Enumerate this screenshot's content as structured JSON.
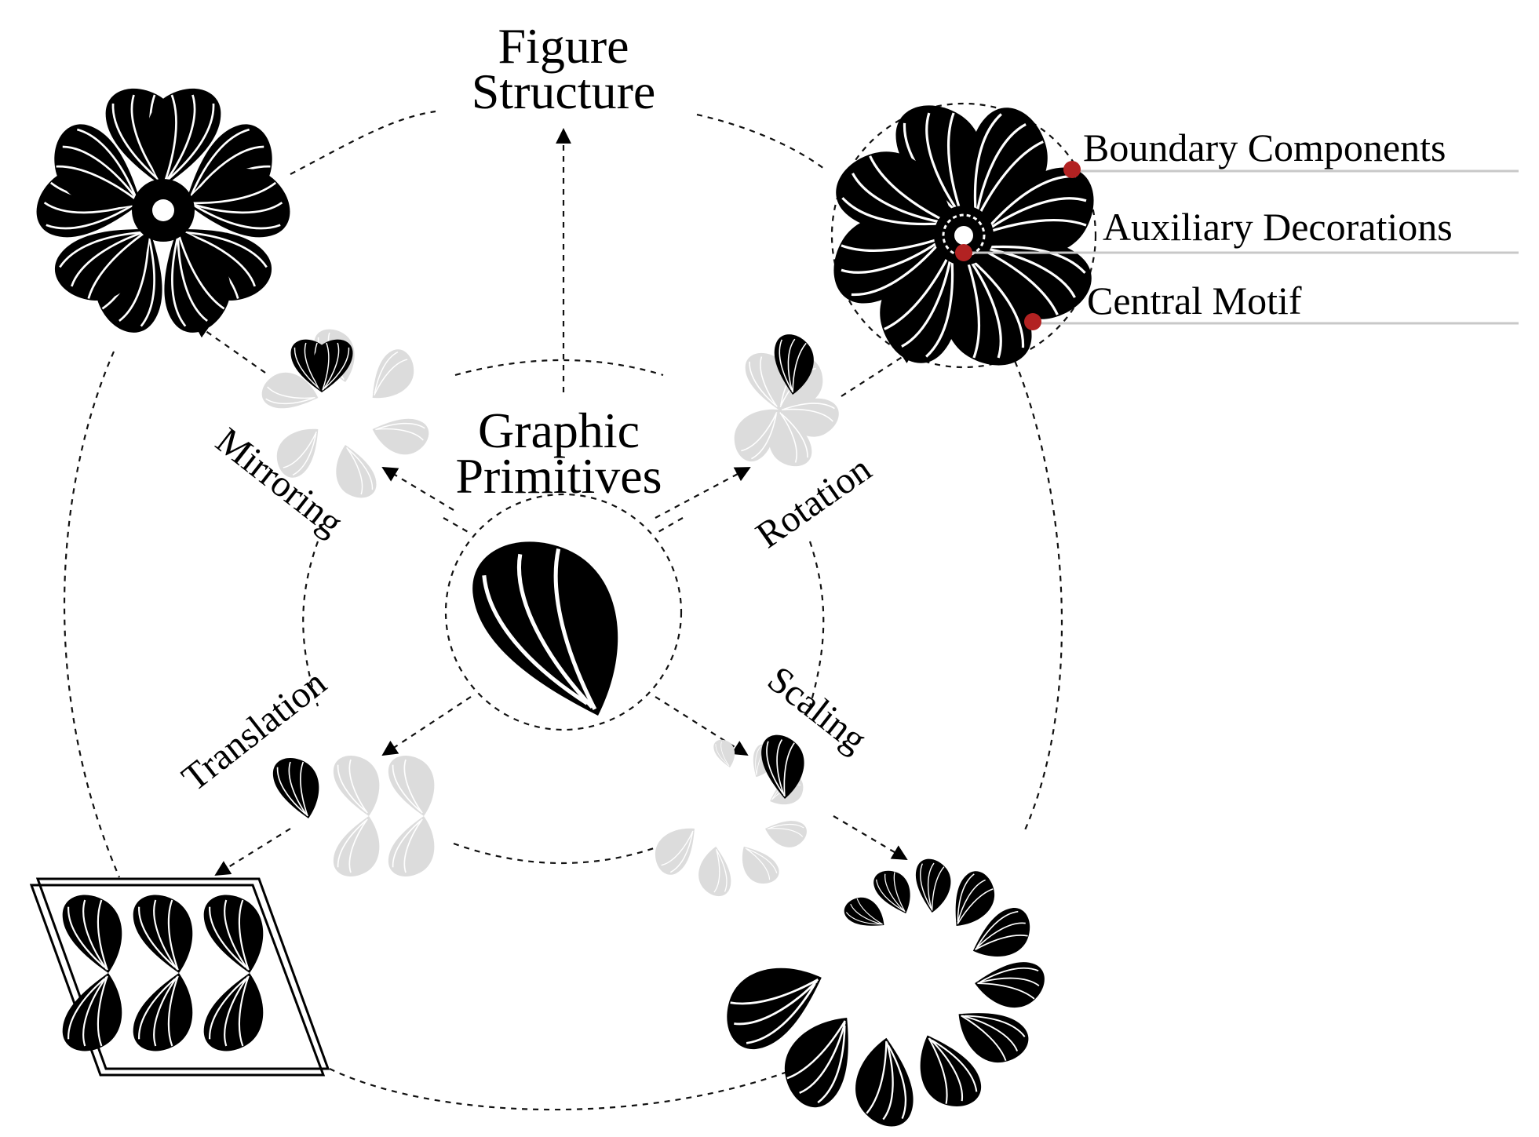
{
  "title": {
    "line1": "Figure",
    "line2": "Structure"
  },
  "center": {
    "line1": "Graphic",
    "line2": "Primitives"
  },
  "operations": {
    "mirroring": "Mirroring",
    "rotation": "Rotation",
    "translation": "Translation",
    "scaling": "Scaling"
  },
  "components": {
    "boundary": "Boundary Components",
    "auxiliary": "Auxiliary Decorations",
    "central": "Central Motif"
  },
  "colors": {
    "ink": "#000000",
    "ghost": "#d9d9d9",
    "marker": "#b22222",
    "rule": "#c8c8c8"
  },
  "icons": [
    "petal-primitive-icon",
    "mirror-flower-icon",
    "rotation-flower-icon",
    "translation-tile-icon",
    "scaling-spiral-icon"
  ]
}
